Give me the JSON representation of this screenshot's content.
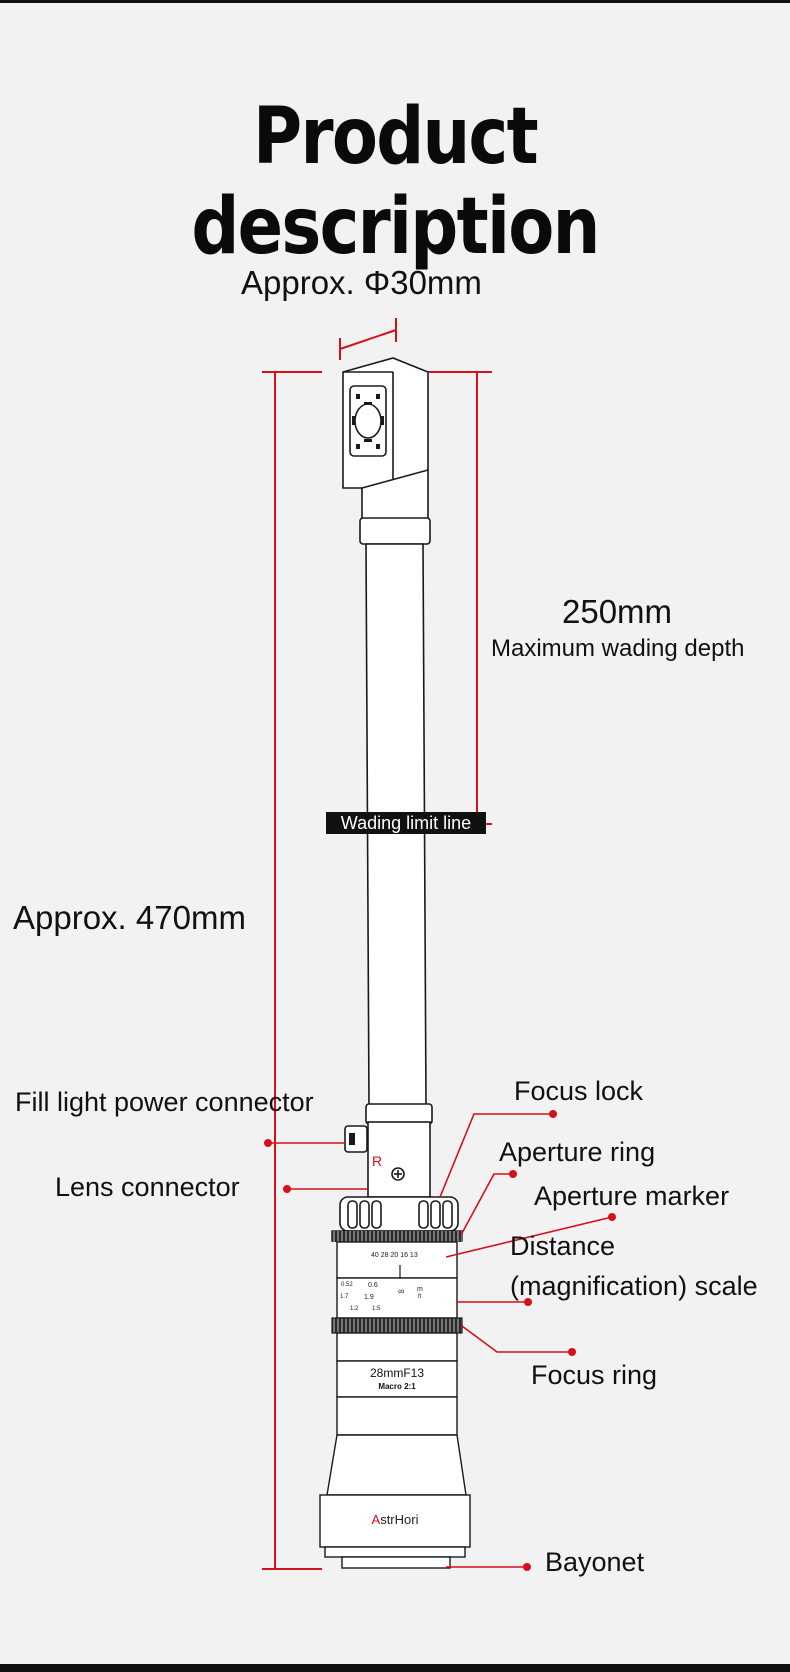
{
  "title": "Product description",
  "dimensions": {
    "diameter": "Approx. Φ30mm",
    "depth_value": "250mm",
    "depth_caption": "Maximum wading depth",
    "total_length": "Approx. 470mm"
  },
  "wading_line_label": "Wading limit line",
  "callouts": {
    "fill_light": "Fill light power connector",
    "lens_connector": "Lens connector",
    "focus_lock": "Focus lock",
    "aperture_ring": "Aperture ring",
    "aperture_marker": "Aperture marker",
    "distance_scale_line1": "Distance",
    "distance_scale_line2": "(magnification) scale",
    "focus_ring": "Focus ring",
    "bayonet": "Bayonet"
  },
  "lens_markings": {
    "connector_letter": "R",
    "aperture_values": "40  28  20  16  13",
    "scale_row1a": "0.52",
    "scale_row1b": "0.6",
    "scale_row1c": "∞",
    "scale_row1d": "m",
    "scale_row2a": "1.7",
    "scale_row2b": "1.9",
    "scale_row2d": "ft",
    "scale_row3a": "1:2",
    "scale_row3b": "1:5",
    "model": "28mmF13",
    "macro": "Macro 2:1",
    "brand_accent": "A",
    "brand_rest": "strHori"
  },
  "colors": {
    "accent_red": "#d4101a",
    "line_dark": "#1a1a1a",
    "background": "#f2f2f2"
  }
}
